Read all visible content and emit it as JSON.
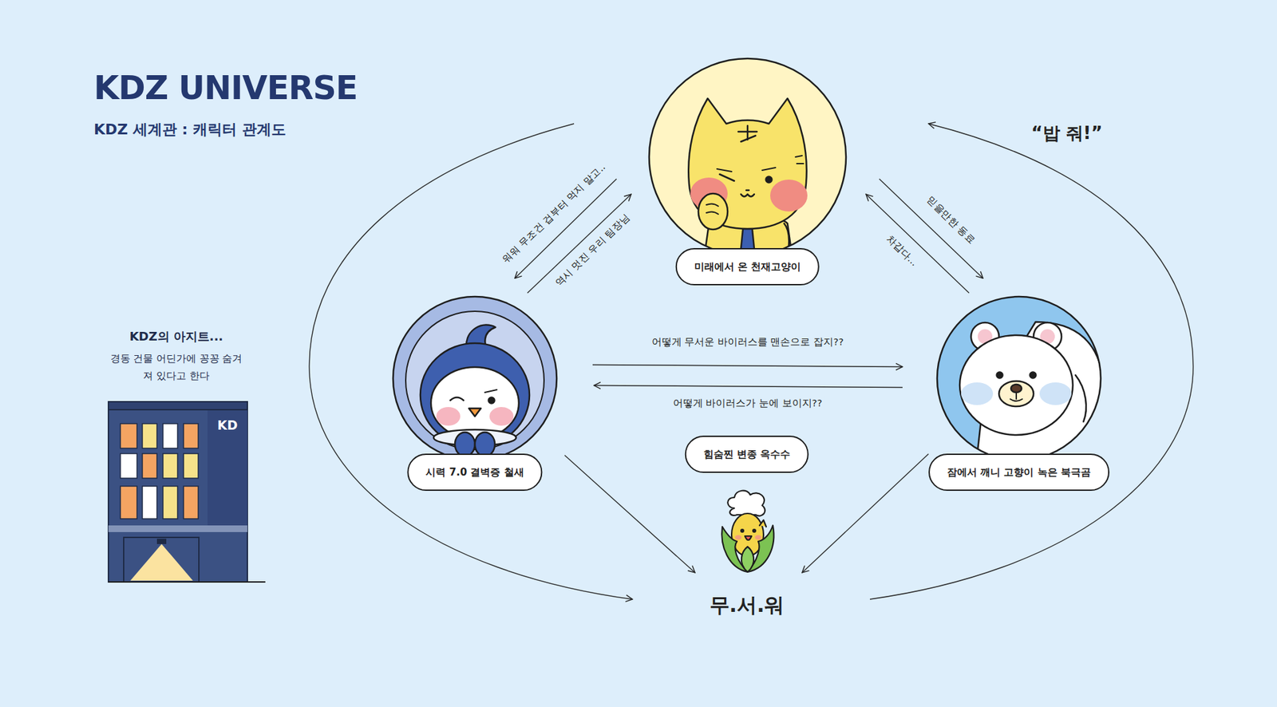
{
  "diagram": {
    "title": "KDZ UNIVERSE",
    "nodes": [
      {
        "text": [
          "미래에서 온 천재고양이"
        ]
      },
      {
        "text": [
          "시력 7.0 결벽증 철새"
        ]
      },
      {
        "text": [
          "잠에서 깨니 고향이 녹은 북극곰"
        ]
      },
      {
        "text": [
          "힘숨찐 변종 옥수수",
          "무.서.워"
        ]
      },
      {
        "text": [
          "KDZ의 아지트...",
          "경동 건물 어딘가에 꽁꽁 숨겨져 있다고 한다",
          "KD"
        ]
      }
    ],
    "edges": [
      {
        "from": 0,
        "to": 1,
        "label": "워워 무조건 겁부터 먹지 말고..",
        "arrow": "to"
      },
      {
        "from": 1,
        "to": 0,
        "label": "역시 멋진 우리 팀장님",
        "arrow": "to"
      },
      {
        "from": 0,
        "to": 2,
        "label": "믿을만한 동료",
        "arrow": "to"
      },
      {
        "from": 2,
        "to": 0,
        "label": "차갑다...",
        "arrow": "to"
      },
      {
        "from": 1,
        "to": 2,
        "label": "어떻게 무서운 바이러스를 맨손으로 잡지??",
        "arrow": "to"
      },
      {
        "from": 2,
        "to": 1,
        "label": "어떻게 바이러스가 눈에 보이지??",
        "arrow": "to"
      },
      {
        "from": 1,
        "to": 3,
        "arrow": "to"
      },
      {
        "from": 2,
        "to": 3,
        "arrow": "to"
      },
      {
        "from": 0,
        "to": 3,
        "arrow": "to"
      },
      {
        "from": 3,
        "to": 0,
        "label": "“밥 줘!”",
        "arrow": "to"
      }
    ],
    "labels": [
      "KDZ 세계관 : 캐릭터 관계도"
    ]
  }
}
